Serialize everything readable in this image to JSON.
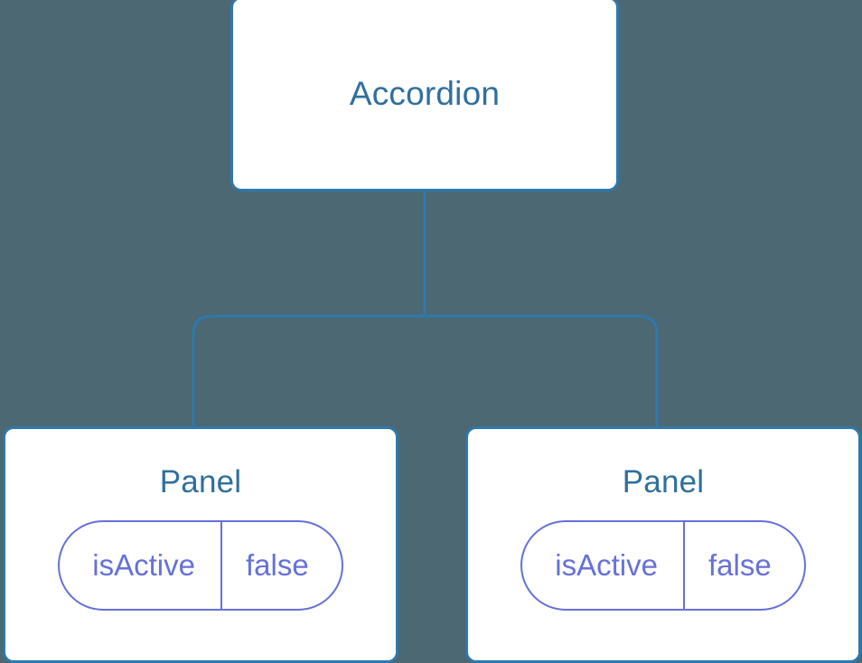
{
  "diagram": {
    "type": "component-tree",
    "background_color": "#4c6873",
    "node_border_color": "#2f78ab",
    "node_title_color": "#2f6f9e",
    "connector_color": "#2f78ab",
    "prop_color": "#6571d8",
    "root": {
      "title": "Accordion"
    },
    "children": [
      {
        "title": "Panel",
        "prop": {
          "key": "isActive",
          "value": "false"
        }
      },
      {
        "title": "Panel",
        "prop": {
          "key": "isActive",
          "value": "false"
        }
      }
    ]
  }
}
